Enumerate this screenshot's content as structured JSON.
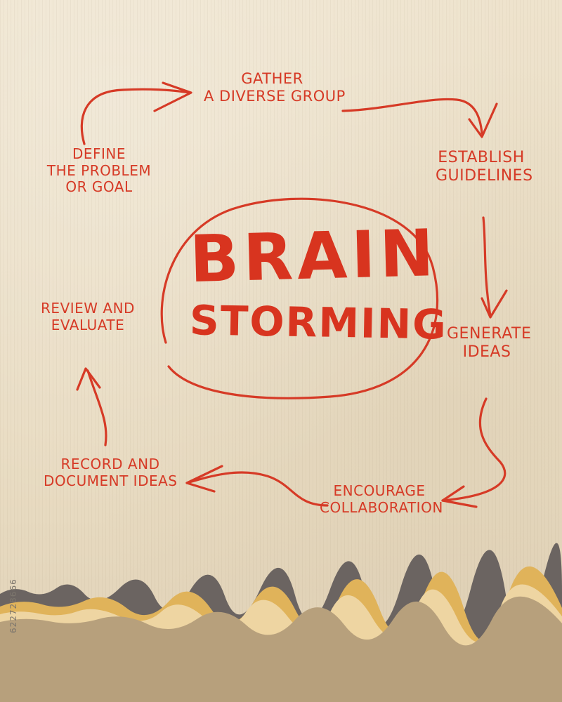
{
  "diagram": {
    "center": {
      "line1": "BRAIN",
      "line2": "STORMING"
    },
    "steps": [
      {
        "id": "gather",
        "lines": [
          "GATHER",
          "A DIVERSE GROUP"
        ]
      },
      {
        "id": "establish",
        "lines": [
          "ESTABLISH",
          "GUIDELINES"
        ]
      },
      {
        "id": "generate",
        "lines": [
          "GENERATE",
          "IDEAS"
        ]
      },
      {
        "id": "encourage",
        "lines": [
          "ENCOURAGE",
          "COLLABORATION"
        ]
      },
      {
        "id": "record",
        "lines": [
          "RECORD AND",
          "DOCUMENT IDEAS"
        ]
      },
      {
        "id": "review",
        "lines": [
          "REVIEW AND",
          "EVALUATE"
        ]
      },
      {
        "id": "define",
        "lines": [
          "DEFINE",
          "THE PROBLEM",
          "OR GOAL"
        ]
      }
    ],
    "ink_color": "#d63a26"
  },
  "watermark": {
    "text": "622728666"
  },
  "background": {
    "paper_color": "#ede1ca",
    "layer_dark": "#6d6663",
    "layer_yellow": "#e3b85f",
    "layer_brown": "#b8a07a"
  }
}
